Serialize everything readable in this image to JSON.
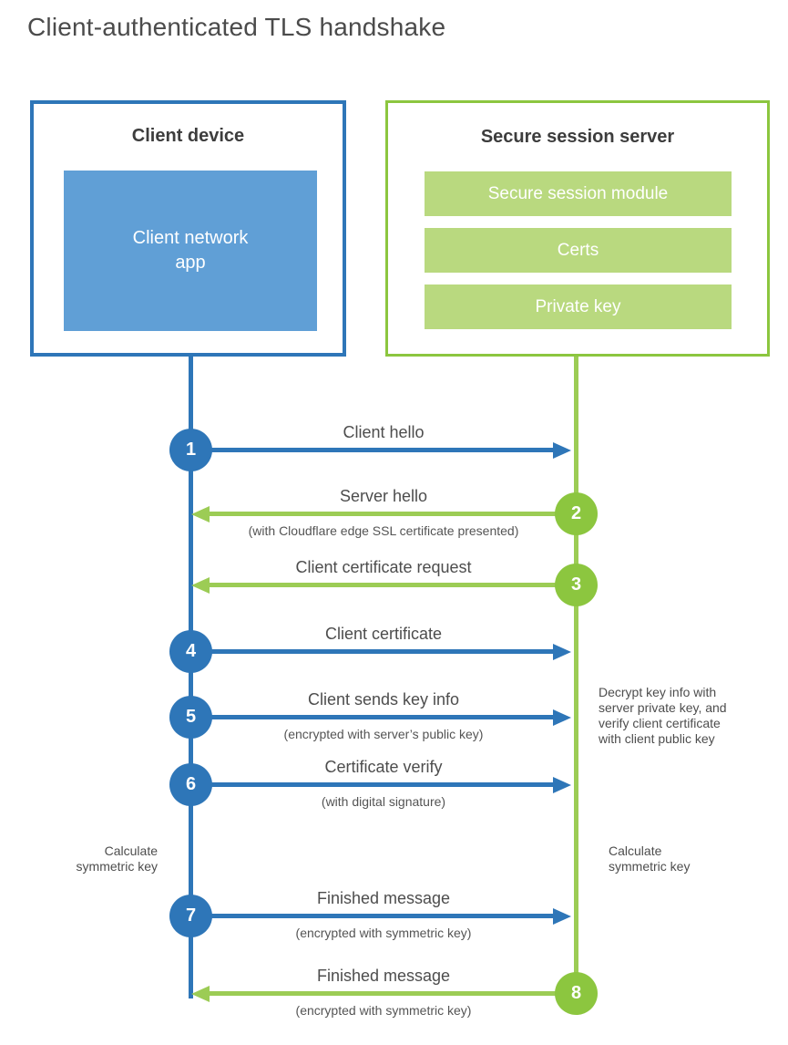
{
  "title": "Client-authenticated TLS handshake",
  "client": {
    "title": "Client device",
    "app_label": "Client network\napp"
  },
  "server": {
    "title": "Secure session server",
    "modules": [
      "Secure session module",
      "Certs",
      "Private key"
    ]
  },
  "steps": [
    {
      "num": "1",
      "from": "client",
      "direction": "right",
      "label": "Client hello",
      "sublabel": ""
    },
    {
      "num": "2",
      "from": "server",
      "direction": "left",
      "label": "Server hello",
      "sublabel": "(with Cloudflare edge SSL certificate presented)"
    },
    {
      "num": "3",
      "from": "server",
      "direction": "left",
      "label": "Client certificate request",
      "sublabel": ""
    },
    {
      "num": "4",
      "from": "client",
      "direction": "right",
      "label": "Client certificate",
      "sublabel": ""
    },
    {
      "num": "5",
      "from": "client",
      "direction": "right",
      "label": "Client sends key info",
      "sublabel": "(encrypted with server’s public key)"
    },
    {
      "num": "6",
      "from": "client",
      "direction": "right",
      "label": "Certificate verify",
      "sublabel": "(with digital signature)"
    },
    {
      "num": "7",
      "from": "client",
      "direction": "right",
      "label": "Finished message",
      "sublabel": "(encrypted with symmetric key)"
    },
    {
      "num": "8",
      "from": "server",
      "direction": "left",
      "label": "Finished message",
      "sublabel": "(encrypted with symmetric key)"
    }
  ],
  "annotations": {
    "decrypt_note": "Decrypt key info with\nserver private key, and\nverify client certificate\nwith client public key",
    "calc_left": "Calculate\nsymmetric key",
    "calc_right": "Calculate\nsymmetric key"
  },
  "colors": {
    "blue": "#2e76b8",
    "blue_fill": "#609fd6",
    "green": "#8cc63f",
    "green_line": "#9ccc55",
    "green_fill": "#b9d97f",
    "text": "#4d4d4d"
  }
}
